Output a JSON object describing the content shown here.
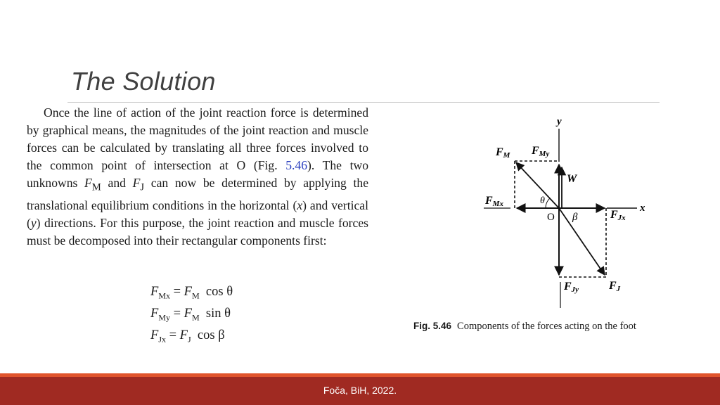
{
  "slide": {
    "title": "The Solution"
  },
  "paragraph": {
    "p1": "Once the line of action of the joint reaction force is determined by graphical means, the magnitudes of the joint reaction and muscle forces can be calculated by translating all three forces involved to the common point of intersection at O (Fig. ",
    "ref": "5.46",
    "p2": "). The two unknowns ",
    "fm": "F",
    "fm_sub": "M",
    "and": " and ",
    "fj": "F",
    "fj_sub": "J",
    "p3": " can now be determined by applying the translational equilibrium conditions in the horizontal (",
    "x": "x",
    "p4": ") and vertical (",
    "y": "y",
    "p5": ") directions. For this purpose, the joint reaction and muscle forces must be decomposed into their rectangular components first:"
  },
  "equations": [
    {
      "lhs": "F",
      "lhs_sub": "Mx",
      "eq": " = ",
      "rhs": "F",
      "rhs_sub": "M",
      "fn": "  cos θ"
    },
    {
      "lhs": "F",
      "lhs_sub": "My",
      "eq": " = ",
      "rhs": "F",
      "rhs_sub": "M",
      "fn": "  sin θ"
    },
    {
      "lhs": "F",
      "lhs_sub": "Jx",
      "eq": " = ",
      "rhs": "F",
      "rhs_sub": "J",
      "fn": "  cos β"
    }
  ],
  "figure": {
    "label_y": "y",
    "label_x": "x",
    "label_O": "O",
    "label_W": "W",
    "label_theta": "θ",
    "label_beta": "β",
    "label_FM": "F",
    "label_FM_sub": "M",
    "label_FMy": "F",
    "label_FMy_sub": "My",
    "label_FMx": "F",
    "label_FMx_sub": "Mx",
    "label_FJx": "F",
    "label_FJx_sub": "Jx",
    "label_FJy": "F",
    "label_FJy_sub": "Jy",
    "label_FJ": "F",
    "label_FJ_sub": "J",
    "caption_label": "Fig. 5.46",
    "caption_text": "Components of the forces acting on the foot"
  },
  "footer": {
    "text": "Foča, BiH, 2022.",
    "bar_color": "#a02a22",
    "stripe_color": "#e0542c"
  }
}
